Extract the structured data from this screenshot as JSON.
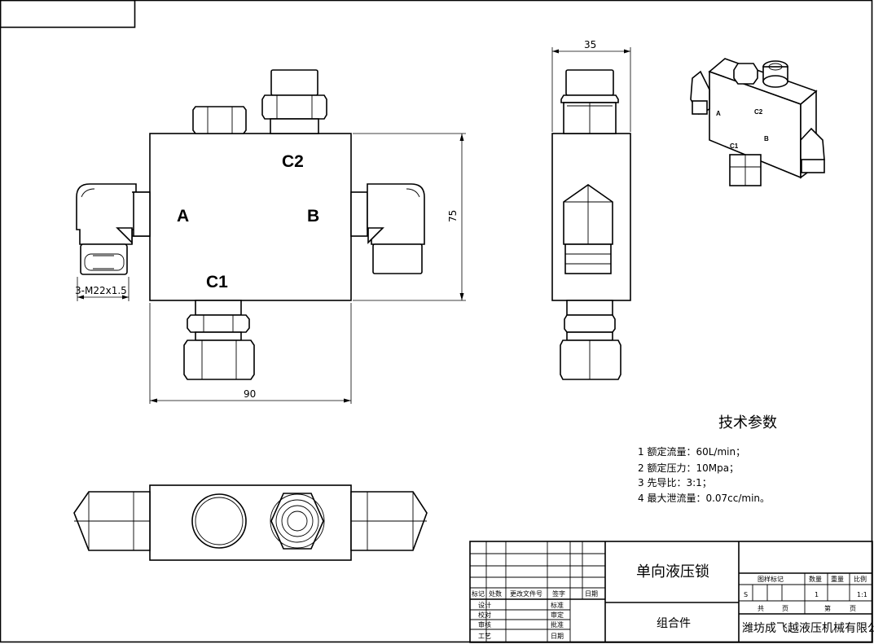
{
  "ports": {
    "a": "A",
    "b": "B",
    "c1": "C1",
    "c2": "C2"
  },
  "dimensions": {
    "width": "90",
    "height": "75",
    "depth": "35",
    "thread": "3-M22x1.5"
  },
  "tech_params": {
    "heading": "技术参数",
    "items": [
      "1 额定流量：60L/min；",
      "2 额定压力：10Mpa；",
      "3 先导比：3:1；",
      "4 最大泄流量：0.07cc/min。"
    ]
  },
  "title_block": {
    "product_name": "单向液压锁",
    "assembly": "组合件",
    "company": "潍坊成飞越液压机械有限公司",
    "headers": [
      "标记",
      "处数",
      "更改文件号",
      "签字",
      "日期"
    ],
    "roles_left": [
      "设计",
      "校对",
      "审核",
      "工艺"
    ],
    "roles_right": [
      "标准",
      "审定",
      "批准",
      "日期"
    ],
    "meta_headers": [
      "图样标记",
      "数量",
      "重量",
      "比例"
    ],
    "meta_values": [
      "S",
      "1",
      "1:1"
    ],
    "sheet_total": "共",
    "sheet_label_page": "页",
    "sheet_number": "第",
    "sheet_page2": "页"
  }
}
